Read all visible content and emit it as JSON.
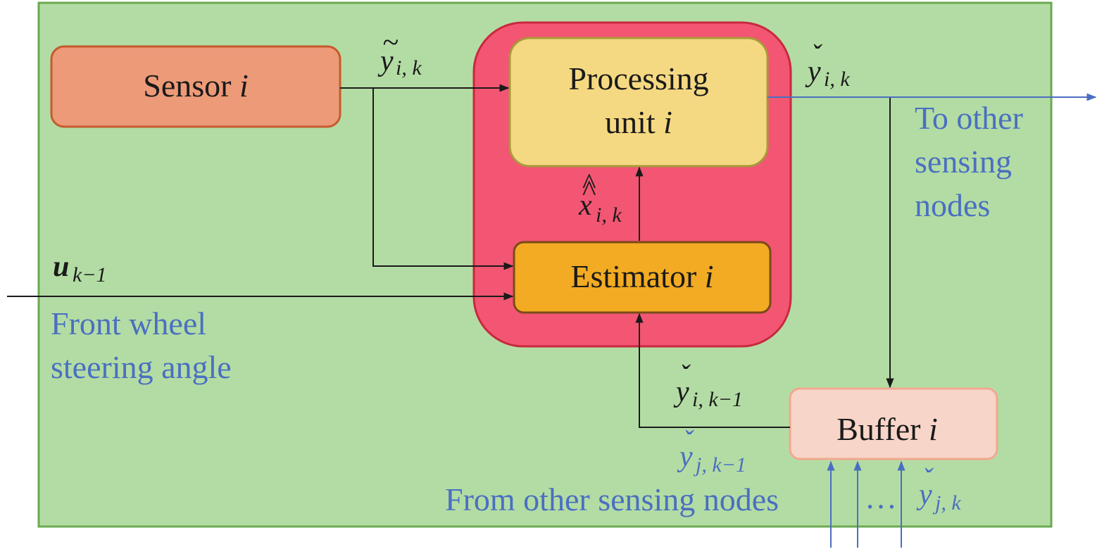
{
  "colors": {
    "background_panel": "#b3dca4",
    "panel_border": "#6aaa50",
    "node_container": "#f25672",
    "node_container_border": "#c9283e",
    "sensor_fill": "#ec9a78",
    "sensor_border": "#c55a2e",
    "processing_fill": "#f5d982",
    "processing_border": "#a99a3a",
    "estimator_fill": "#f2ab22",
    "estimator_border": "#7a4a1a",
    "buffer_fill": "#f7d5c8",
    "buffer_border": "#f0a890",
    "wire_black": "#1a1a1a",
    "wire_blue": "#4a6fc1"
  },
  "blocks": {
    "sensor": {
      "label": "Sensor ",
      "index": "i"
    },
    "processing": {
      "line1": "Processing",
      "line2": "unit ",
      "index": "i"
    },
    "estimator": {
      "label": "Estimator ",
      "index": "i"
    },
    "buffer": {
      "label": "Buffer ",
      "index": "i"
    }
  },
  "signals": {
    "y_tilde": {
      "symbol": "y",
      "accent": "~",
      "sub": "i, k"
    },
    "y_check_out": {
      "symbol": "y",
      "accent": "ˇ",
      "sub": "i, k"
    },
    "x_hat": {
      "symbol": "x",
      "accent": "^",
      "sub": "i, k"
    },
    "u": {
      "symbol": "u",
      "sub": "k−1"
    },
    "y_check_prev": {
      "symbol": "y",
      "accent": "ˇ",
      "sub": "i, k−1"
    },
    "y_check_j_prev": {
      "symbol": "y",
      "accent": "ˇ",
      "sub": "j, k−1"
    },
    "y_check_j": {
      "symbol": "y",
      "accent": "ˇ",
      "sub": "j, k"
    }
  },
  "annotations": {
    "to_other": [
      "To other",
      "sensing",
      "nodes"
    ],
    "front_wheel": [
      "Front wheel",
      "steering angle"
    ],
    "from_other": "From other sensing nodes",
    "ellipsis": "…"
  }
}
